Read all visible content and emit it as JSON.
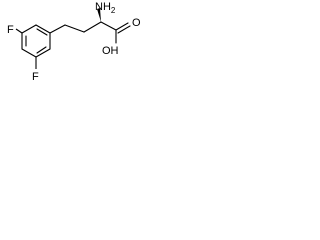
{
  "molecule": {
    "atom_labels": {
      "fluorine_top": "F",
      "fluorine_bottom": "F",
      "amine": "NH",
      "amine_subscript": "2",
      "carbonyl_oxygen": "O",
      "hydroxyl": "OH"
    },
    "stroke_color": "#000000",
    "background_color": "#ffffff"
  }
}
